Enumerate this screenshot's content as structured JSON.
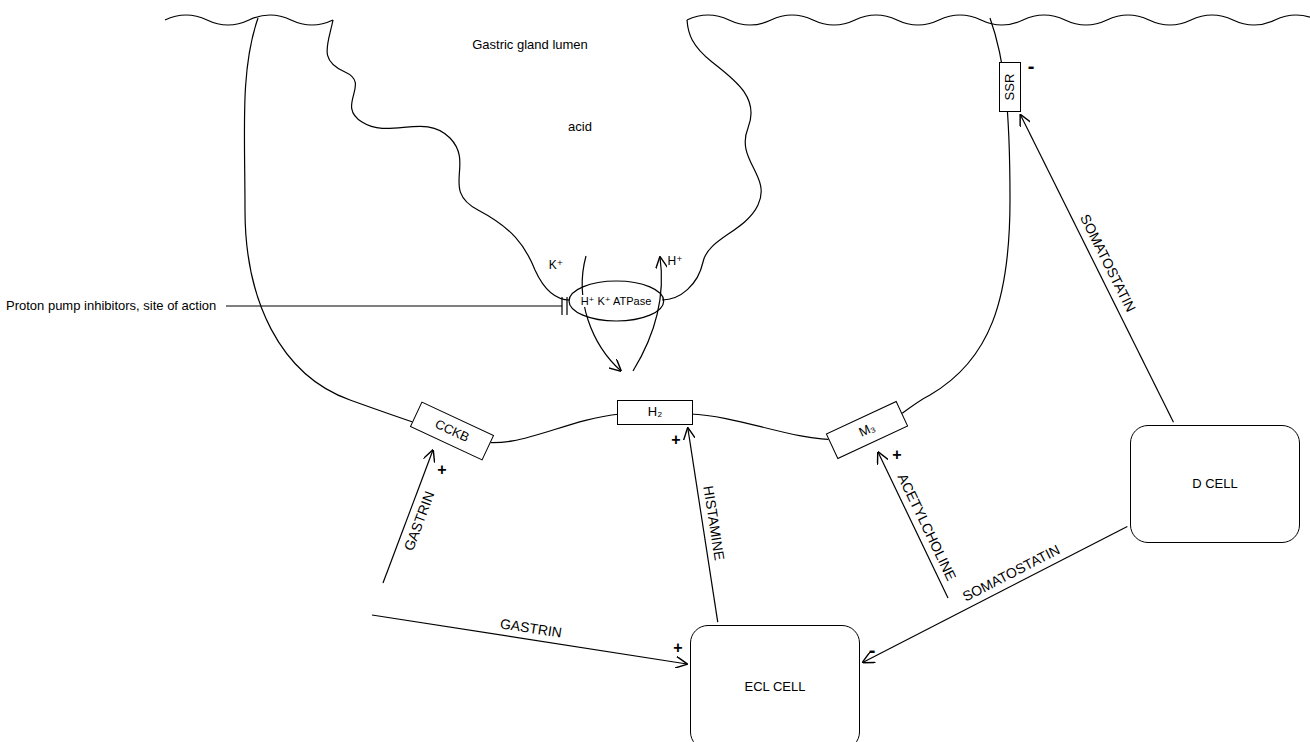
{
  "diagram": {
    "nodes": [
      {
        "text": [
          "H⁺ K⁺ ATPase"
        ]
      },
      {
        "text": [
          "SSR"
        ]
      },
      {
        "text": [
          "CCKB"
        ]
      },
      {
        "text": [
          "H₂"
        ]
      },
      {
        "text": [
          "M₃"
        ]
      },
      {
        "text": [
          "D CELL"
        ]
      },
      {
        "text": [
          "ECL CELL"
        ]
      }
    ],
    "edges": [
      {
        "from": 5,
        "to": 1,
        "label": "SOMATOSTATIN",
        "arrow": "to"
      },
      {
        "from": 6,
        "to": 3,
        "label": "HISTAMINE",
        "arrow": "to"
      },
      {
        "from": 5,
        "to": 6,
        "label": "SOMATOSTATIN",
        "arrow": "to"
      }
    ],
    "labels": [
      "Gastric gland lumen",
      "acid",
      "K⁺",
      "H⁺",
      "Proton pump inhibitors, site of action",
      "-",
      "+",
      "GASTRIN",
      "+",
      "+",
      "ACETYLCHOLINE",
      "GASTRIN",
      "+",
      "-"
    ]
  }
}
